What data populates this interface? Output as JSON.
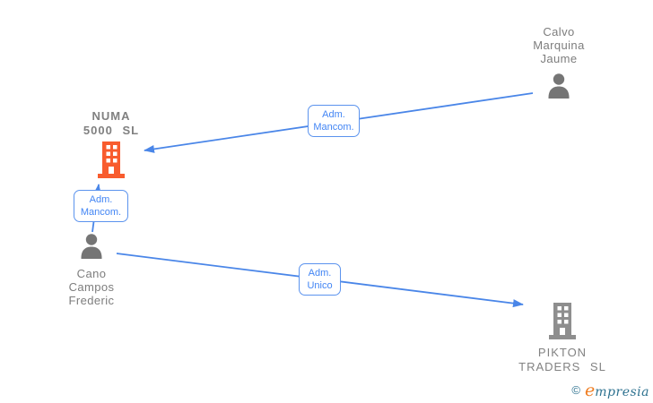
{
  "entities": {
    "calvo": {
      "type": "person",
      "lines": [
        "Calvo",
        "Marquina",
        "Jaume"
      ]
    },
    "numa": {
      "type": "company",
      "lines": [
        "NUMA",
        "5000 SL"
      ],
      "icon_color": "#f85c2e",
      "highlighted": true
    },
    "cano": {
      "type": "person",
      "lines": [
        "Cano",
        "Campos",
        "Frederic"
      ]
    },
    "pikton": {
      "type": "company",
      "lines": [
        "PIKTON",
        "TRADERS SL"
      ],
      "icon_color": "#8e8e8e",
      "highlighted": false
    }
  },
  "relations": [
    {
      "from": "calvo",
      "to": "numa",
      "label_lines": [
        "Adm.",
        "Mancom."
      ]
    },
    {
      "from": "cano",
      "to": "numa",
      "label_lines": [
        "Adm.",
        "Mancom."
      ]
    },
    {
      "from": "cano",
      "to": "pikton",
      "label_lines": [
        "Adm.",
        "Unico"
      ]
    }
  ],
  "colors": {
    "arrow": "#4a86e8",
    "label_border": "#5b93ee",
    "label_text": "#4285f4",
    "person_icon": "#757575",
    "name_text": "#7d7d7d"
  },
  "footer": {
    "copyright": "©",
    "brand_initial": "e",
    "brand_rest": "mpresia"
  }
}
